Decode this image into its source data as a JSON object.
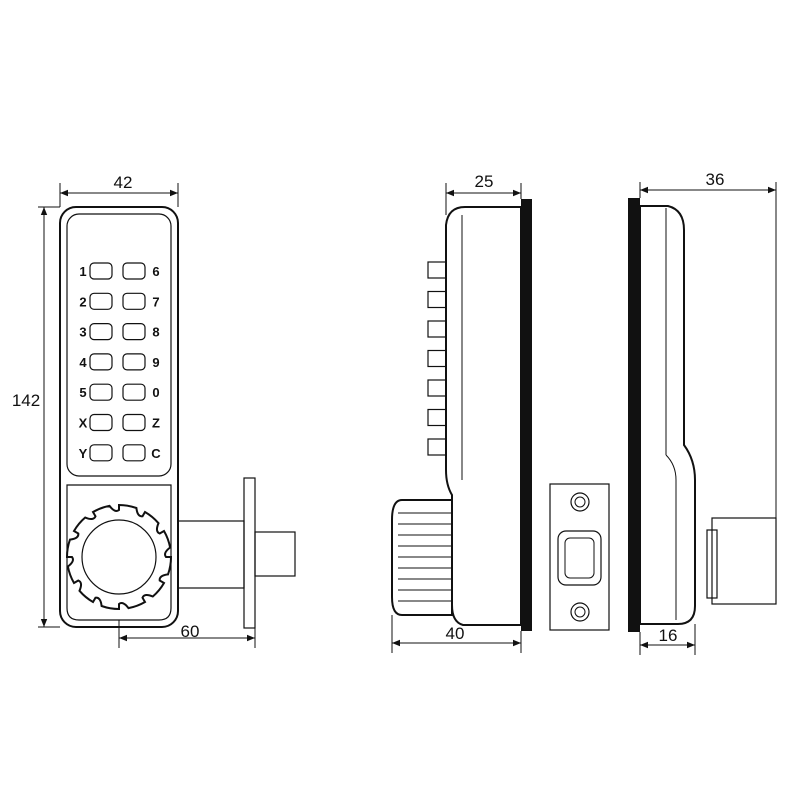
{
  "dimensions": {
    "front_width": "42",
    "front_height": "142",
    "front_backset": "60",
    "side_depth_top": "25",
    "side_depth_total": "40",
    "back_depth": "36",
    "back_plate": "16"
  },
  "keypad": {
    "left_labels": [
      "1",
      "2",
      "3",
      "4",
      "5",
      "X",
      "Y"
    ],
    "right_labels": [
      "6",
      "7",
      "8",
      "9",
      "0",
      "Z",
      "C"
    ]
  },
  "colors": {
    "line": "#111111",
    "background": "#ffffff"
  }
}
